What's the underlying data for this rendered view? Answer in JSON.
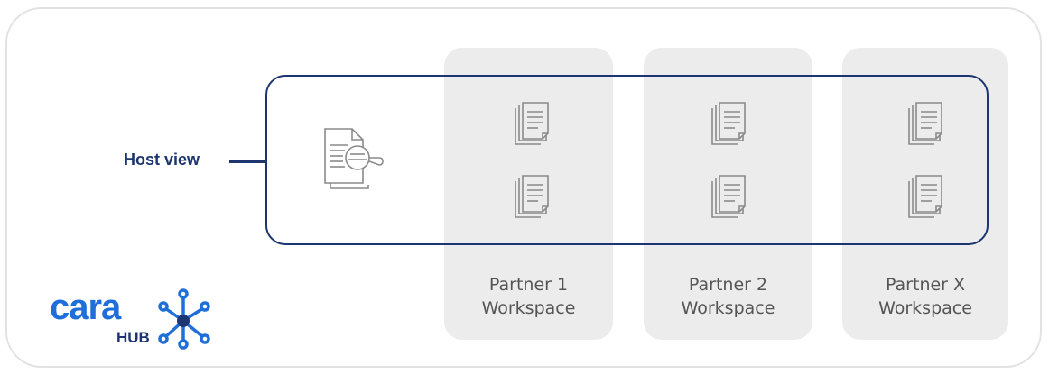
{
  "host": {
    "label": "Host view"
  },
  "workspaces": [
    {
      "line1": "Partner 1",
      "line2": "Workspace"
    },
    {
      "line1": "Partner 2",
      "line2": "Workspace"
    },
    {
      "line1": "Partner X",
      "line2": "Workspace"
    }
  ],
  "logo": {
    "word": "cara",
    "sub": "HUB"
  },
  "colors": {
    "navy": "#1d3570",
    "blue": "#1e6fd9",
    "panel": "#ececec",
    "icon": "#8a8a8a"
  },
  "icons": [
    "document-icon",
    "document-search-icon",
    "network-node-icon"
  ]
}
